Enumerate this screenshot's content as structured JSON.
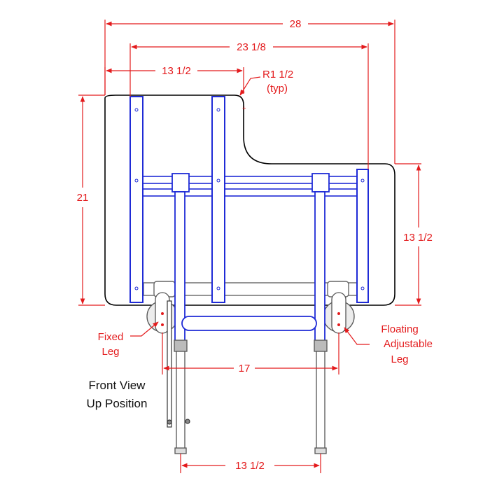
{
  "colors": {
    "dimension": "#e31a1c",
    "frame": "#1f2bd6",
    "outline": "#000000",
    "leg": "#555555"
  },
  "dimensions": {
    "overall_width": "28",
    "bracket_span": "23 1/8",
    "notch_width": "13 1/2",
    "radius_line1": "R1 1/2",
    "radius_line2": "(typ)",
    "overall_depth": "21",
    "right_depth": "13 1/2",
    "leg_spacing": "17",
    "foot_spacing": "13 1/2"
  },
  "labels": {
    "fixed_leg": [
      "Fixed",
      "Leg"
    ],
    "floating_leg": [
      "Floating",
      "Adjustable",
      "Leg"
    ],
    "view_title": [
      "Front View",
      "Up Position"
    ]
  }
}
